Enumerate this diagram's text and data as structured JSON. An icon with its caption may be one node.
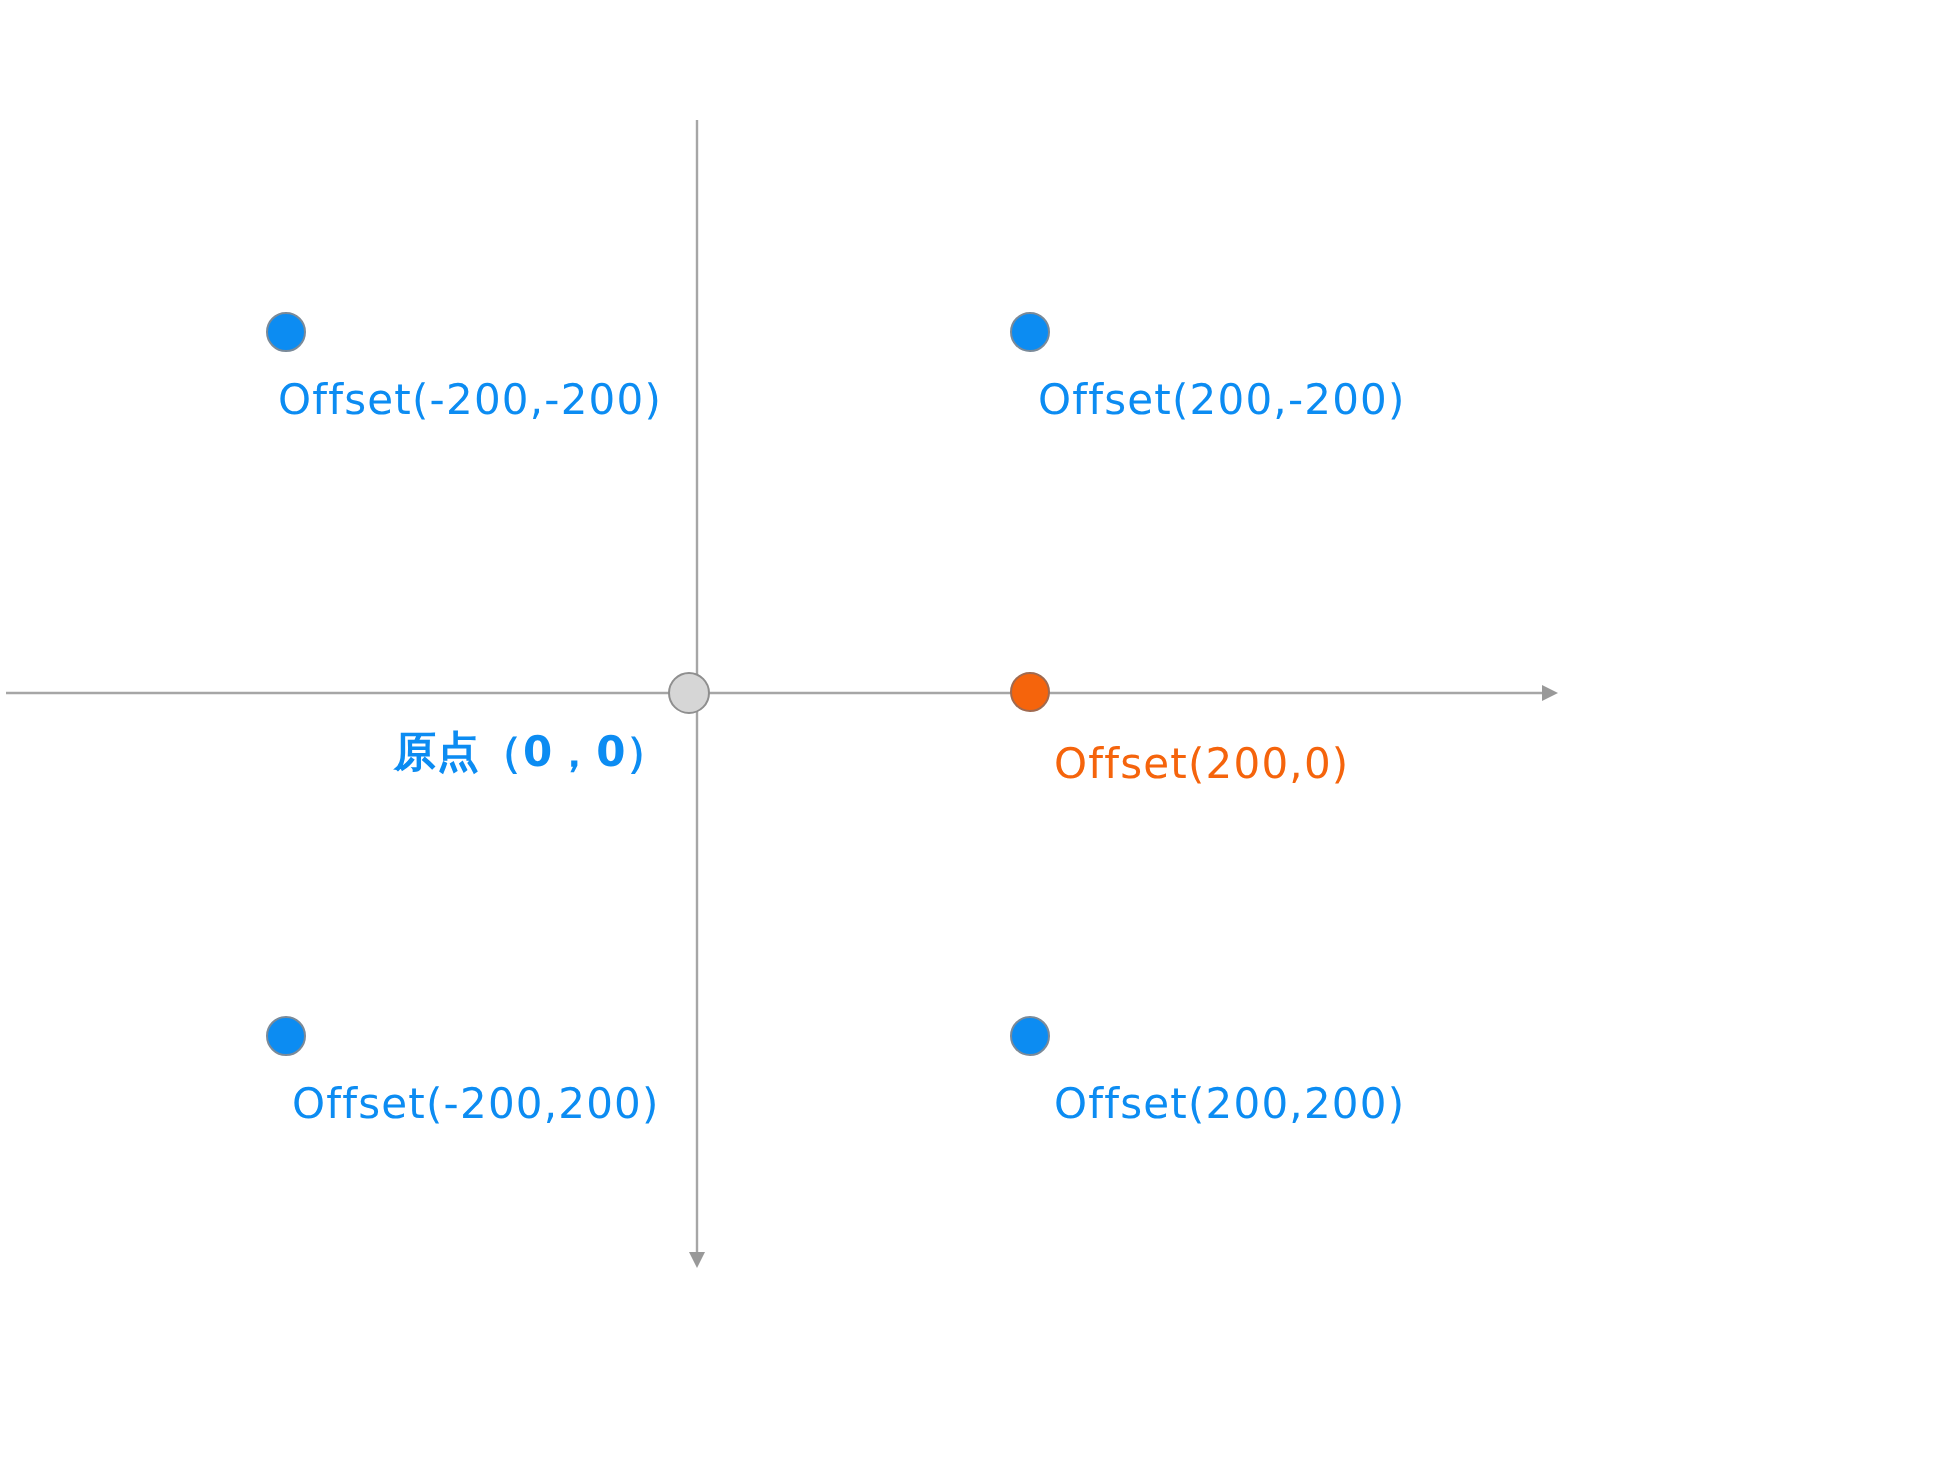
{
  "diagram": {
    "nodes": [
      {
        "text": [],
        "shape": "circle",
        "beside": [
          "Offset(-200,-200)"
        ]
      },
      {
        "text": [],
        "shape": "circle",
        "beside": [
          "Offset(200,-200)"
        ]
      },
      {
        "text": [],
        "shape": "circle",
        "beside": [
          "原点（0，0）"
        ]
      },
      {
        "text": [],
        "shape": "circle",
        "beside": [
          "Offset(200,0)"
        ]
      },
      {
        "text": [],
        "shape": "circle",
        "beside": [
          "Offset(-200,200)"
        ]
      },
      {
        "text": [],
        "shape": "circle",
        "beside": [
          "Offset(200,200)"
        ]
      }
    ]
  }
}
